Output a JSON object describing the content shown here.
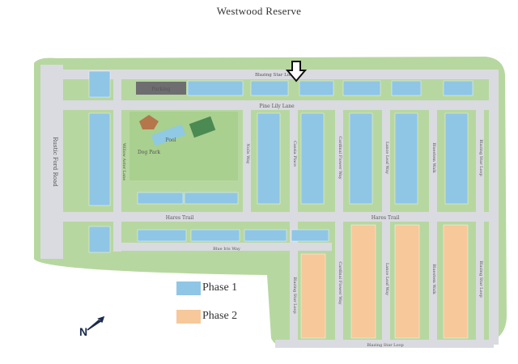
{
  "title": "Westwood Reserve",
  "colors": {
    "phase1": "#8fc6e6",
    "phase2": "#f7c89a",
    "green": "#b7d7a0",
    "road": "#d9dbe0",
    "pond": "#8fc9e3"
  },
  "streets": {
    "top_road": "Blazing Star Loop",
    "pine_lily": "Pine Lily Lane",
    "hares_trail_left": "Hares Trail",
    "hares_trail_right": "Hares Trail",
    "blue_iris": "Blue Iris Way",
    "bottom_loop": "Blazing Star Loop",
    "rustic_ford": "Rustic Ford Road",
    "willow_aster": "Willow Aster Lane",
    "nolls_way": "Nolls Way",
    "cassia_place": "Cassia Place",
    "cardinal_flower_upper": "Cardinal Flower Way",
    "cardinal_flower_lower": "Cardinal Flower Way",
    "lance_leaf_upper": "Lance Leaf Way",
    "lance_leaf_lower": "Lance Leaf Way",
    "bluestem_upper": "Bluestem Walk",
    "bluestem_lower": "Bluestem Walk",
    "blazing_star_right_upper": "Blazing Star Loop",
    "blazing_star_right_lower": "Blazing Star Loop",
    "blazing_star_left_lower": "Blazing Star Loop"
  },
  "amenities": {
    "parking": "Parking",
    "pool": "Pool",
    "dog_park": "Dog Park"
  },
  "legend": [
    {
      "label": "Phase 1",
      "color": "#8fc6e6"
    },
    {
      "label": "Phase 2",
      "color": "#f7c89a"
    }
  ],
  "compass": {
    "label": "N"
  },
  "marker_icon": "down-arrow-icon"
}
